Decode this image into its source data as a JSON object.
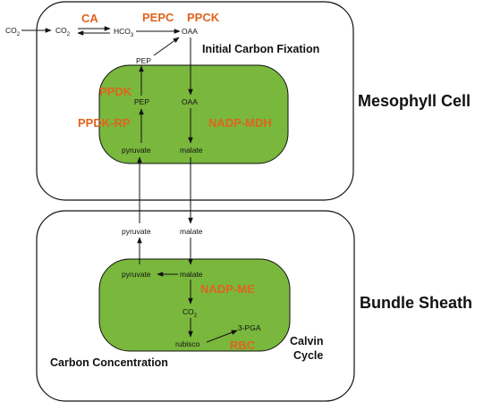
{
  "colors": {
    "chloroplast_fill": "#79b73d",
    "enzyme_label": "#e0641e",
    "line": "#111111"
  },
  "labels": {
    "cell_mesophyll": "Mesophyll Cell",
    "cell_bundle": "Bundle Sheath",
    "initial_fixation": "Initial Carbon Fixation",
    "carbon_concentration": "Carbon Concentration",
    "calvin_1": "Calvin",
    "calvin_2": "Cycle"
  },
  "enzymes": {
    "ca": "CA",
    "pepc": "PEPC",
    "ppck": "PPCK",
    "ppdk": "PPDK",
    "ppdk_rp": "PPDK-RP",
    "nadp_mdh": "NADP-MDH",
    "nadp_me": "NADP-ME",
    "rbc": "RBC"
  },
  "metabolites": {
    "co2_outside": "CO",
    "co2_outside_sub": "2",
    "co2_cytosol": "CO",
    "co2_cytosol_sub": "2",
    "hco3": "HCO",
    "hco3_sub": "3",
    "oaa_cytosol": "OAA",
    "pep_cytosol": "PEP",
    "pep_chloro": "PEP",
    "pyruvate_meso_chloro": "pyruvate",
    "oaa_chloro": "OAA",
    "malate_meso_chloro": "malate",
    "pyruvate_bs_cytosol": "pyruvate",
    "malate_bs_cytosol": "malate",
    "pyruvate_bs_chloro": "pyruvate",
    "malate_bs_chloro": "malate",
    "co2_bs": "CO",
    "co2_bs_sub": "2",
    "rubisco": "rubisco",
    "pga": "3-PGA"
  }
}
